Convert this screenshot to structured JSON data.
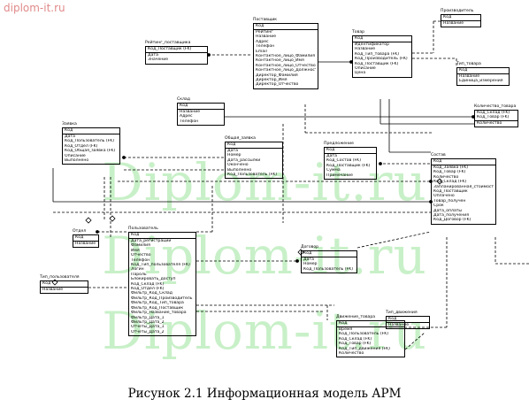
{
  "site_label": "diplom-it.ru",
  "watermark": "Diplom-it.ru",
  "caption": "Рисунок 2.1 Информационная модель АРМ",
  "entities": [
    {
      "id": "postavshik",
      "title": "Поставщик",
      "pk": [
        "Код"
      ],
      "attrs": [
        "Рейтинг",
        "Название",
        "Адрес",
        "Телефон",
        "Email",
        "Контактное_лицо_Фамилия",
        "Контактное_лицо_Имя",
        "Контактное_лицо_Отчество",
        "Контактное_лицо_Должность",
        "Директор_Фамилия",
        "Директор_Имя",
        "Директор_Отчество"
      ]
    },
    {
      "id": "reiting",
      "title": "Рейтинг_поставщика",
      "pk": [
        "Код_Поставщик (FK)"
      ],
      "attrs": [
        "Дата",
        "Значение"
      ]
    },
    {
      "id": "tovar",
      "title": "Товар",
      "pk": [
        "Код"
      ],
      "attrs": [
        "Идентификатор",
        "Название",
        "Код_Тип_товара (FK)",
        "Код_Производитель (FK)",
        "Код_Поставщик (FK)",
        "Описание",
        "Цена"
      ]
    },
    {
      "id": "proizvoditel",
      "title": "Производитель",
      "pk": [
        "Код"
      ],
      "attrs": [
        "Название"
      ]
    },
    {
      "id": "tip_tovara",
      "title": "Тип_товара",
      "pk": [
        "Код"
      ],
      "attrs": [
        "Название",
        "Единица_измерения"
      ]
    },
    {
      "id": "sklad",
      "title": "Склад",
      "pk": [
        "Код"
      ],
      "attrs": [
        "Название",
        "Адрес",
        "Телефон"
      ]
    },
    {
      "id": "kolichestvo",
      "title": "Количество_товара",
      "pk": [
        "Код_Склад (FK)",
        "Код_Товар (FK)"
      ],
      "attrs": [
        "Количество"
      ]
    },
    {
      "id": "zayavka",
      "title": "Заявка",
      "pk": [
        "Код"
      ],
      "attrs": [
        "Дата",
        "Код_Пользователь (FK)",
        "Код_Отдел (FK)",
        "Код_Общая_заявка (FK)",
        "Описание",
        "Выполнено"
      ]
    },
    {
      "id": "obshaya",
      "title": "Общая_заявка",
      "pk": [
        "Код"
      ],
      "attrs": [
        "Дата",
        "Номер",
        "Дата_рассылки",
        "Окончено",
        "Выполнено",
        "Код_Пользователь (FK)"
      ]
    },
    {
      "id": "predlozhenie",
      "title": "Предложение",
      "pk": [
        "Код"
      ],
      "attrs": [
        "Дата",
        "Код_Состав (FK)",
        "Код_Поставщик (FK)",
        "Сумма",
        "Примечание"
      ]
    },
    {
      "id": "sostav",
      "title": "Состав",
      "pk": [
        "Код"
      ],
      "attrs": [
        "Код_Заявка (FK)",
        "Код_Товар (FK)",
        "Количество",
        "Код_Склад (FK)",
        "Запланированная_стоимость",
        "Код_Поставщик",
        "Оплачено",
        "Товар_получен",
        "Срок",
        "Дата_оплаты",
        "Дата_получения",
        "Код_Договор (FK)"
      ]
    },
    {
      "id": "otdel",
      "title": "Отдел",
      "pk": [
        "Код"
      ],
      "attrs": [
        "Название"
      ]
    },
    {
      "id": "polzovatel",
      "title": "Пользователь",
      "pk": [
        "Код"
      ],
      "attrs": [
        "Дата_регистрации",
        "Фамилия",
        "Имя",
        "Отчество",
        "Телефон",
        "Код_Тип_пользователя (FK)",
        "Логин",
        "Пароль",
        "Блокировать_доступ",
        "Код_Склад (FK)",
        "Код_Отдел (FK)",
        "Фильтр_Код_Склад",
        "Фильтр_Код_Производитель",
        "Фильтр_Код_Тип_товара",
        "Фильтр_Код_Поставщик",
        "Фильтр_Название_товара",
        "Фильтр_Дата_1",
        "Фильтр_Дата_2",
        "Отчеты_Дата_1",
        "Отчеты_Дата_2"
      ]
    },
    {
      "id": "tip_polz",
      "title": "Тип_пользователя",
      "pk": [
        "Код"
      ],
      "attrs": [
        "Название"
      ]
    },
    {
      "id": "dogovor",
      "title": "Договор",
      "pk": [
        "Код"
      ],
      "attrs": [
        "Дата",
        "Номер",
        "Код_Пользователь (FK)"
      ]
    },
    {
      "id": "dvizhenie",
      "title": "Движение_товара",
      "pk": [
        "Код"
      ],
      "attrs": [
        "Время",
        "Код_Пользователь (FK)",
        "Код_Склад (FK)",
        "Код_Товар (FK)",
        "Код_Тип_движения (FK)",
        "Количество"
      ]
    },
    {
      "id": "tip_dvizh",
      "title": "Тип_движения",
      "pk": [
        "Код"
      ],
      "attrs": [
        "Название"
      ]
    }
  ]
}
